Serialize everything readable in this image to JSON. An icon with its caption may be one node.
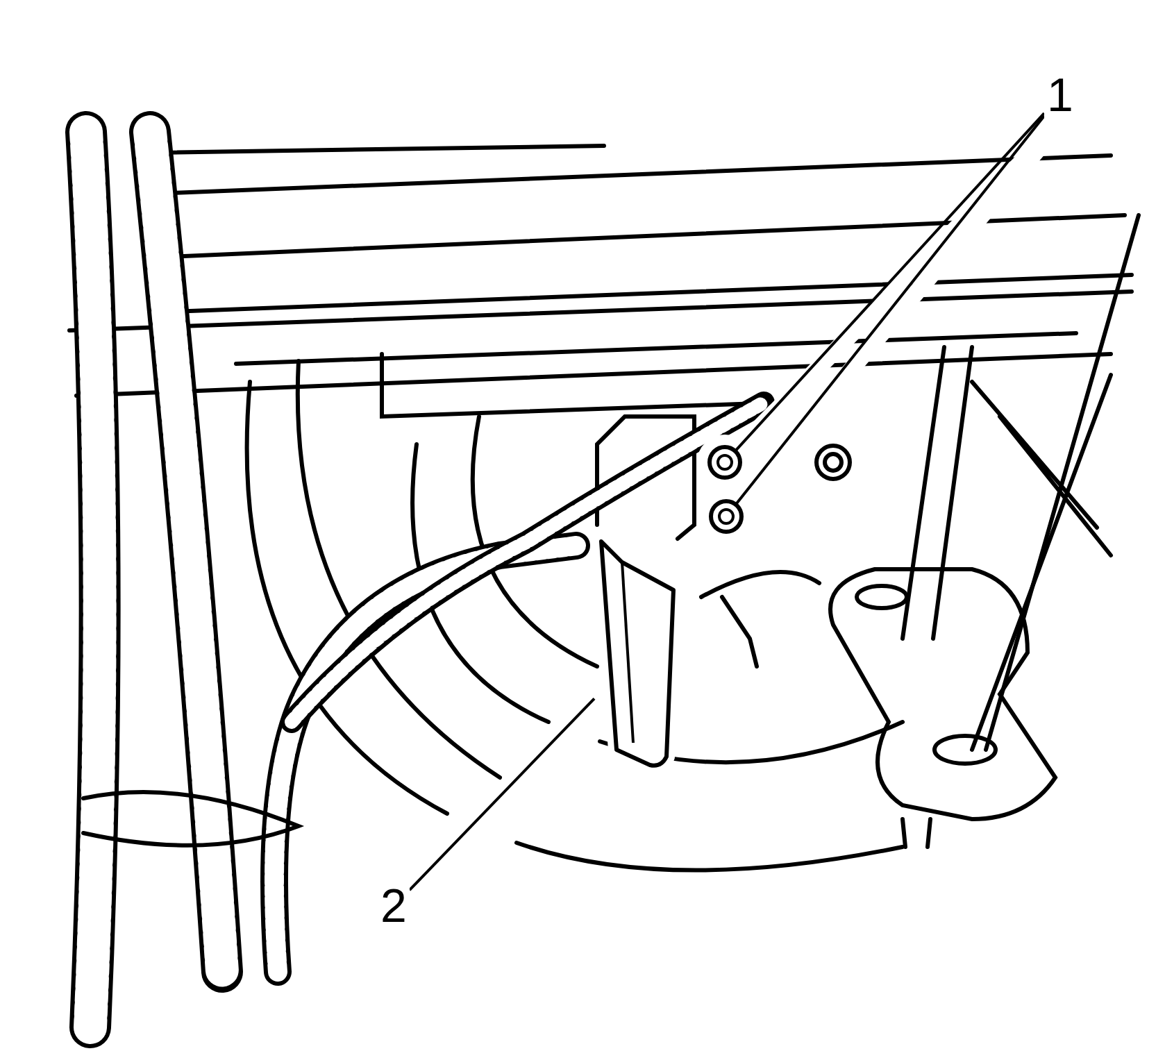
{
  "diagram": {
    "nodes": [
      {
        "text": [
          "1"
        ]
      },
      {
        "text": [],
        "shape": "picture"
      },
      {
        "text": [],
        "shape": "picture"
      },
      {
        "text": [
          "2"
        ]
      },
      {
        "text": [],
        "shape": "picture"
      }
    ],
    "edges": [
      {
        "from": 0,
        "to": 1,
        "arrow": "none"
      },
      {
        "from": 0,
        "to": 2,
        "arrow": "none"
      },
      {
        "from": 3,
        "to": 4,
        "arrow": "none"
      }
    ]
  }
}
